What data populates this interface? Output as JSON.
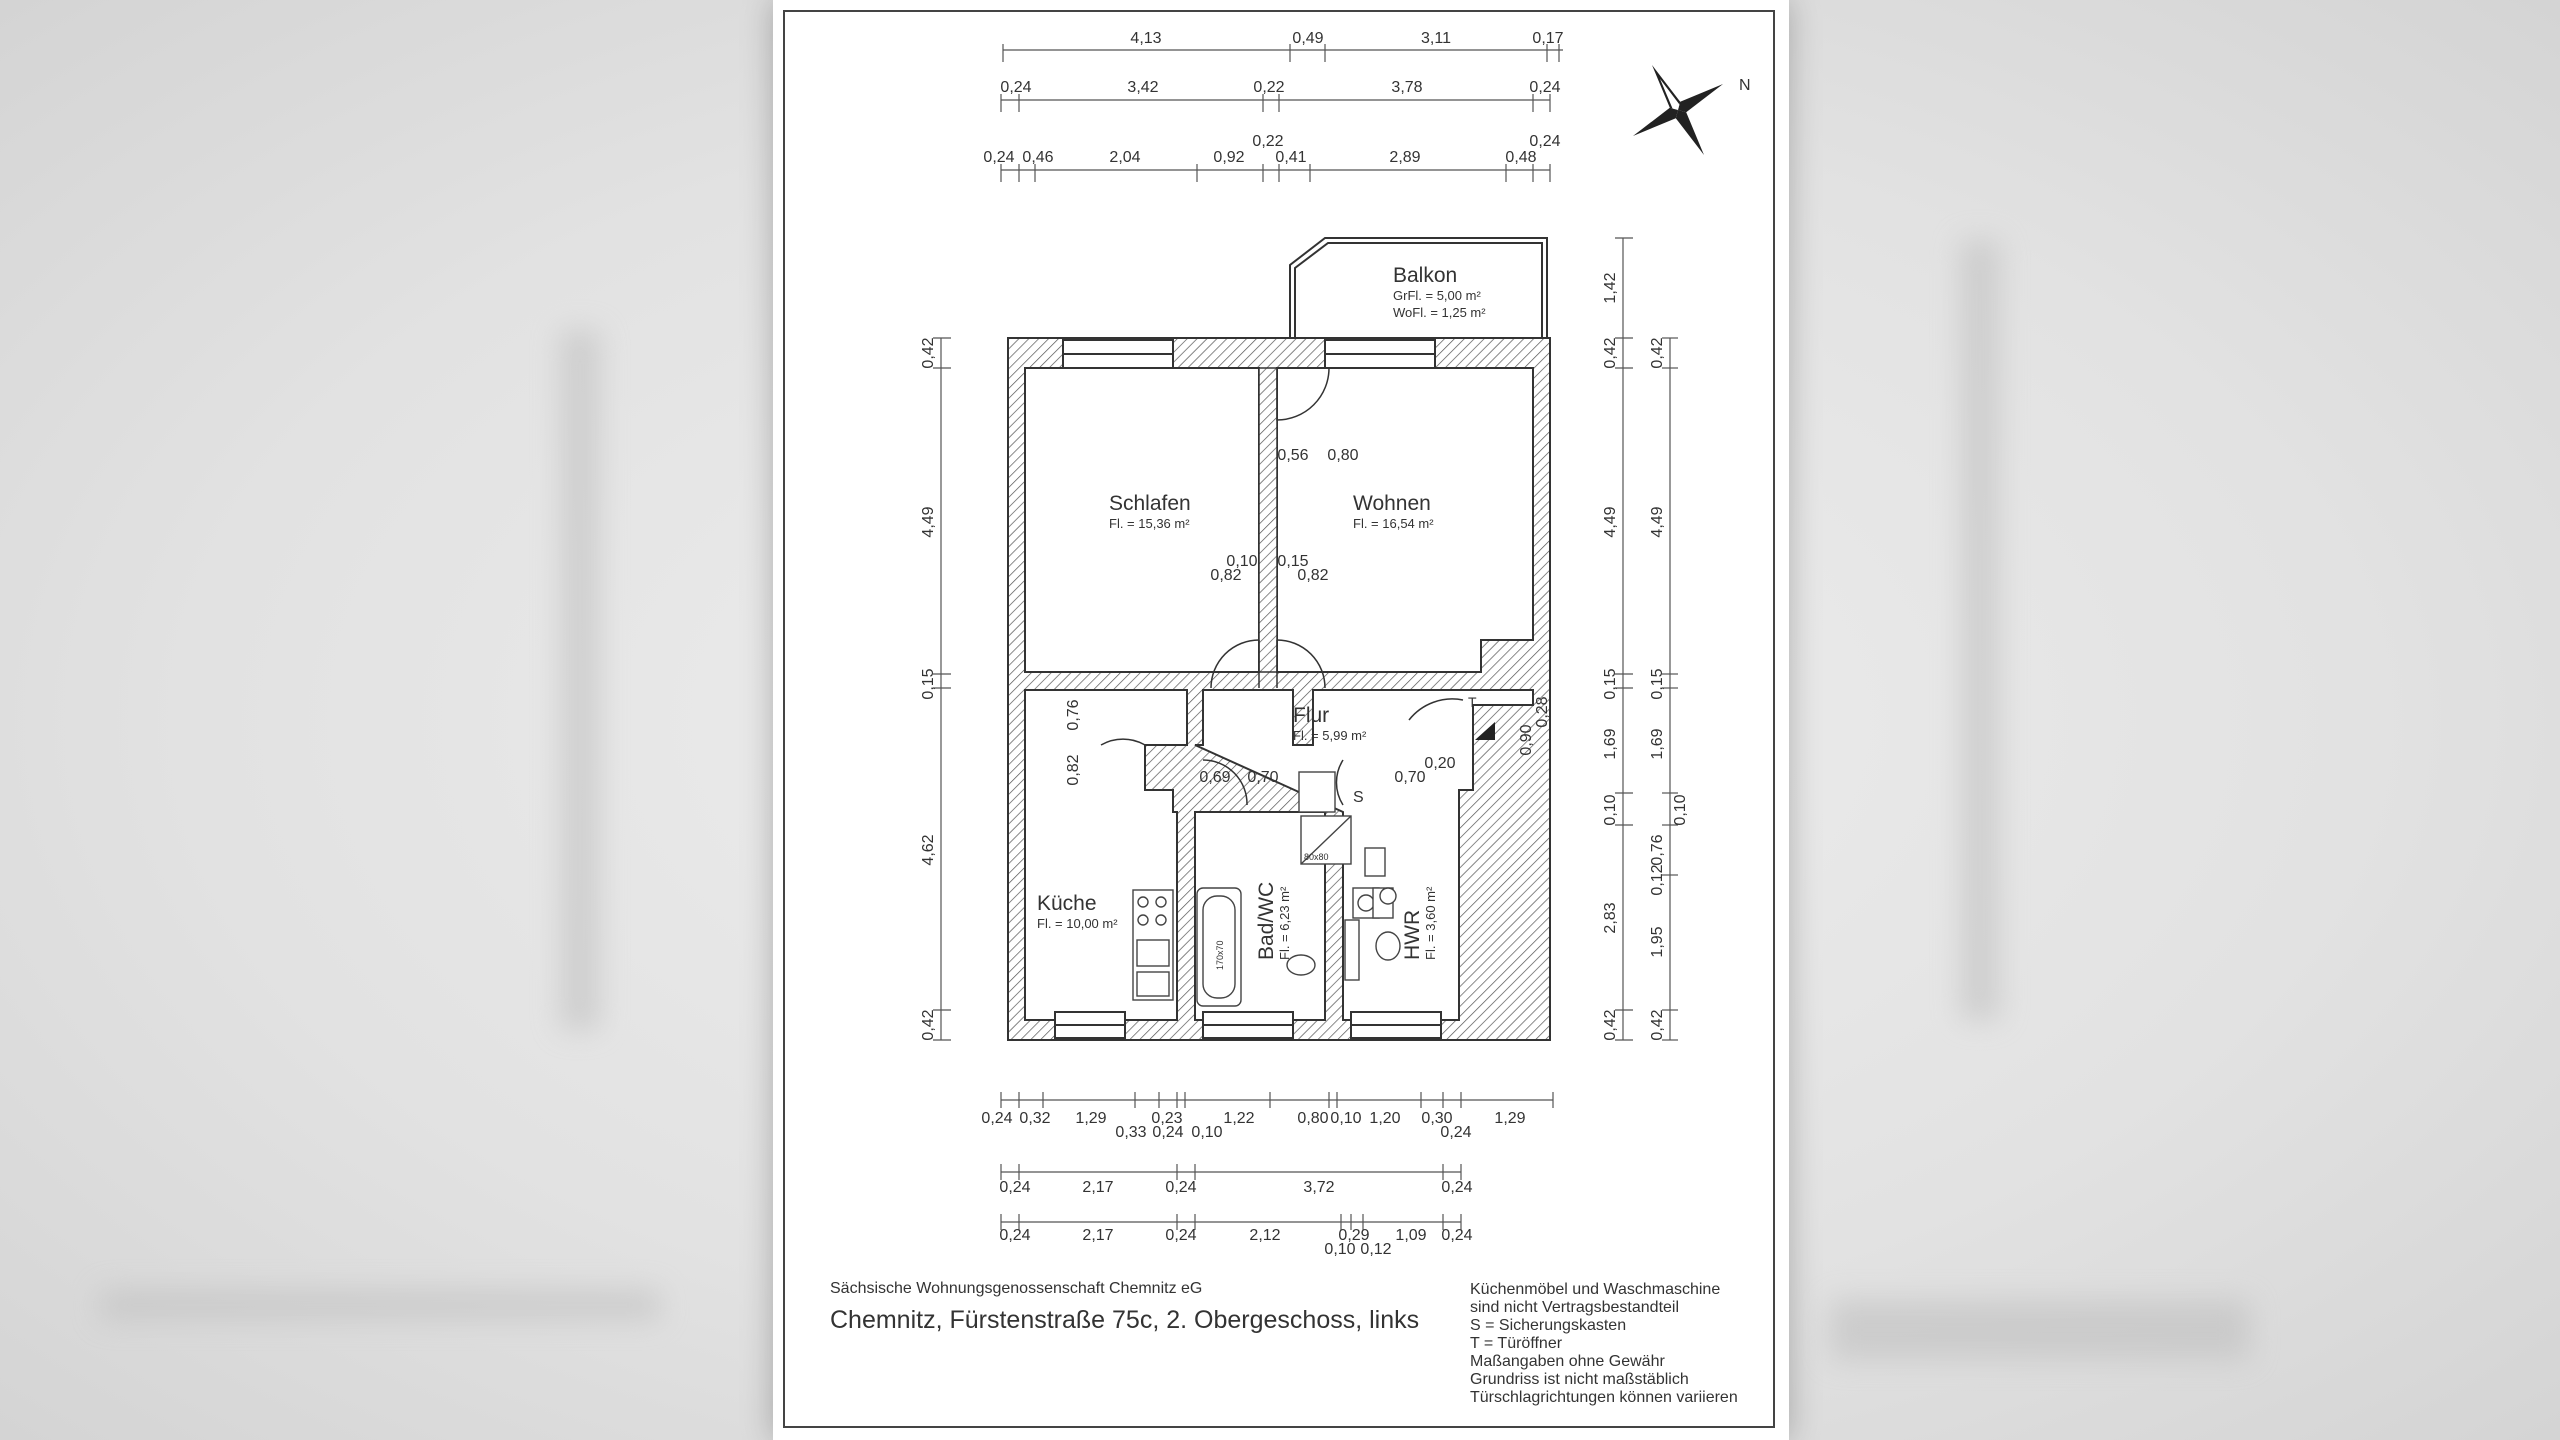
{
  "plan": {
    "rooms": [
      {
        "name": "Schlafen",
        "area": "Fl. = 15,36 m²"
      },
      {
        "name": "Wohnen",
        "area": "Fl. = 16,54 m²"
      },
      {
        "name": "Flur",
        "area": "Fl. = 5,99 m²"
      },
      {
        "name": "Küche",
        "area": "Fl. = 10,00 m²"
      },
      {
        "name": "Bad/WC",
        "area": "Fl. = 6,23 m²"
      },
      {
        "name": "HWR",
        "area": "Fl. = 3,60 m²"
      }
    ],
    "balcony": {
      "name": "Balkon",
      "gross": "GrFl. = 5,00 m²",
      "living": "WoFl. = 1,25 m²"
    },
    "fixtures": {
      "tub": "170x70",
      "shower": "80x80",
      "fusebox": "S",
      "door_opener": "T"
    },
    "compass_letter": "N",
    "dims_top_1": [
      "4,13",
      "0,49",
      "3,11",
      "0,17"
    ],
    "dims_top_2": [
      "0,24",
      "3,42",
      "0,22",
      "3,78",
      "0,24"
    ],
    "dims_top_3": [
      "0,24",
      "0,46",
      "2,04",
      "0,92",
      "0,22",
      "0,41",
      "2,89",
      "0,48",
      "0,24"
    ],
    "dims_left": [
      "0,42",
      "4,49",
      "0,15",
      "4,62",
      "0,42"
    ],
    "dims_right_1": [
      "1,42",
      "0,42",
      "4,49",
      "0,15",
      "1,69",
      "0,10",
      "2,83",
      "0,42"
    ],
    "dims_right_2": [
      "0,42",
      "4,49",
      "0,15",
      "1,69",
      "0,10",
      "0,76",
      "0,12",
      "1,95",
      "0,42"
    ],
    "dims_bottom_1": [
      "0,24",
      "0,32",
      "1,29",
      "0,33",
      "0,24",
      "0,23",
      "0,10",
      "1,22",
      "0,80",
      "0,10",
      "1,20",
      "0,30",
      "0,24",
      "1,29"
    ],
    "dims_bottom_2": [
      "0,24",
      "2,17",
      "0,24",
      "3,72",
      "0,24"
    ],
    "dims_bottom_3": [
      "0,24",
      "2,17",
      "0,24",
      "2,12",
      "0,29",
      "0,10",
      "0,12",
      "1,09",
      "0,24"
    ],
    "dims_inner": [
      "0,56",
      "0,80",
      "0,10",
      "0,82",
      "0,15",
      "0,82",
      "0,76",
      "0,82",
      "0,69",
      "0,70",
      "0,70",
      "0,20",
      "0,90",
      "0,28"
    ]
  },
  "footer": {
    "company": "Sächsische Wohnungsgenossenschaft Chemnitz eG",
    "address": "Chemnitz, Fürstenstraße 75c, 2. Obergeschoss, links",
    "notes": [
      "Küchenmöbel und Waschmaschine",
      "sind nicht Vertragsbestandteil",
      "S = Sicherungskasten",
      "T = Türöffner",
      "Maßangaben ohne Gewähr",
      "Grundriss ist nicht maßstäblich",
      "Türschlagrichtungen können variieren"
    ]
  }
}
